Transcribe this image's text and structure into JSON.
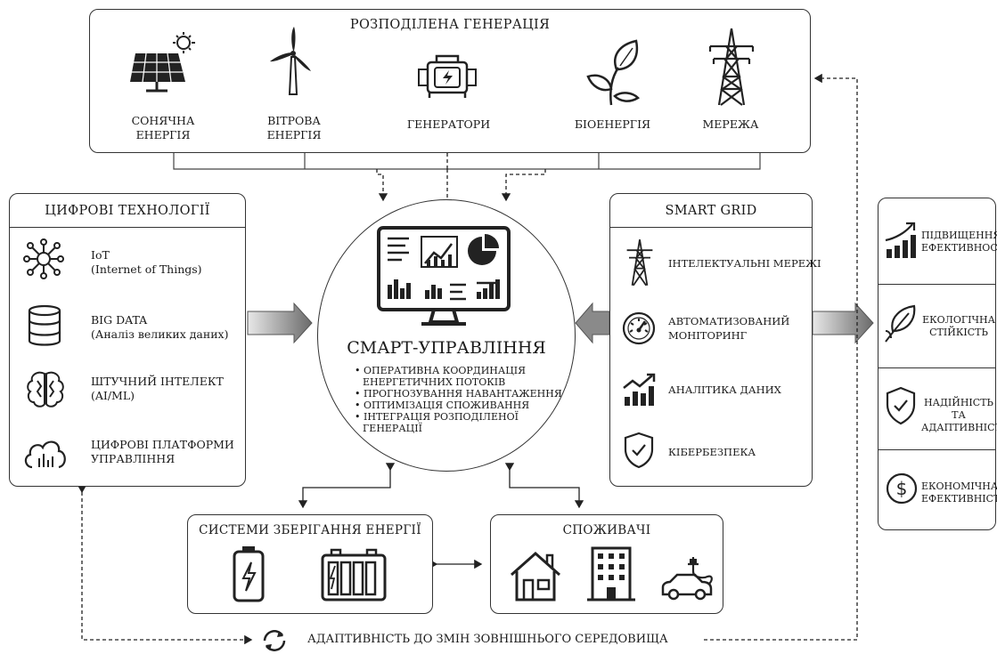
{
  "generation": {
    "title": "РОЗПОДІЛЕНА ГЕНЕРАЦІЯ",
    "items": [
      {
        "line1": "СОНЯЧНА",
        "line2": "ЕНЕРГІЯ",
        "icon": "solar-panel-icon"
      },
      {
        "line1": "ВІТРОВА",
        "line2": "ЕНЕРГІЯ",
        "icon": "wind-turbine-icon"
      },
      {
        "line1": "ГЕНЕРАТОРИ",
        "line2": "",
        "icon": "generator-icon"
      },
      {
        "line1": "БІОЕНЕРГІЯ",
        "line2": "",
        "icon": "plant-icon"
      },
      {
        "line1": "МЕРЕЖА",
        "line2": "",
        "icon": "power-tower-icon"
      }
    ]
  },
  "digital": {
    "title": "ЦИФРОВІ ТЕХНОЛОГІЇ",
    "items": [
      {
        "line1": "IoT",
        "line2": "(Internet of Things)",
        "icon": "network-nodes-icon"
      },
      {
        "line1": "BIG DATA",
        "line2": "(Аналіз великих даних)",
        "icon": "database-icon"
      },
      {
        "line1": "ШТУЧНИЙ ІНТЕЛЕКТ",
        "line2": "(AI/ML)",
        "icon": "brain-icon"
      },
      {
        "line1": "ЦИФРОВІ ПЛАТФОРМИ",
        "line2": "УПРАВЛІННЯ",
        "icon": "cloud-platform-icon"
      }
    ]
  },
  "center": {
    "title": "СМАРТ-УПРАВЛІННЯ",
    "bullets": [
      [
        "ОПЕРАТИВНА КООРДИНАЦІЯ",
        "ЕНЕРГЕТИЧНИХ ПОТОКІВ"
      ],
      [
        "ПРОГНОЗУВАННЯ НАВАНТАЖЕННЯ"
      ],
      [
        "ОПТИМІЗАЦІЯ СПОЖИВАННЯ"
      ],
      [
        "ІНТЕГРАЦІЯ РОЗПОДІЛЕНОЇ",
        "ГЕНЕРАЦІЇ"
      ]
    ],
    "icon": "dashboard-monitor-icon"
  },
  "smartgrid": {
    "title": "SMART GRID",
    "items": [
      {
        "line1": "ІНТЕЛЕКТУАЛЬНІ МЕРЕЖІ",
        "line2": "",
        "icon": "power-tower-icon"
      },
      {
        "line1": "АВТОМАТИЗОВАНИЙ",
        "line2": "МОНІТОРИНГ",
        "icon": "gauge-icon"
      },
      {
        "line1": "АНАЛІТИКА ДАНИХ",
        "line2": "",
        "icon": "analytics-chart-icon"
      },
      {
        "line1": "КІБЕРБЕЗПЕКА",
        "line2": "",
        "icon": "shield-check-icon"
      }
    ]
  },
  "outcomes": {
    "items": [
      {
        "line1": "ПІДВИЩЕННЯ",
        "line2": "ЕФЕКТИВНОСТІ",
        "icon": "growth-chart-icon"
      },
      {
        "line1": "ЕКОЛОГІЧНА",
        "line2": "СТІЙКІСТЬ",
        "icon": "leaf-icon"
      },
      {
        "line1": "НАДІЙНІСТЬ ТА",
        "line2": "АДАПТИВНІСТЬ",
        "icon": "shield-check-icon"
      },
      {
        "line1": "ЕКОНОМІЧНА",
        "line2": "ЕФЕКТИВНІСТЬ",
        "icon": "dollar-coin-icon"
      }
    ]
  },
  "storage": {
    "title": "СИСТЕМИ ЗБЕРІГАННЯ ЕНЕРГІЇ",
    "icons": [
      "battery-icon",
      "battery-bank-icon"
    ]
  },
  "consumers": {
    "title": "СПОЖИВАЧІ",
    "icons": [
      "house-icon",
      "office-building-icon",
      "electric-car-icon"
    ]
  },
  "footer": {
    "text": "АДАПТИВНІСТЬ ДО ЗМІН ЗОВНІШНЬОГО СЕРЕДОВИЩА",
    "icon": "refresh-cycle-icon"
  }
}
